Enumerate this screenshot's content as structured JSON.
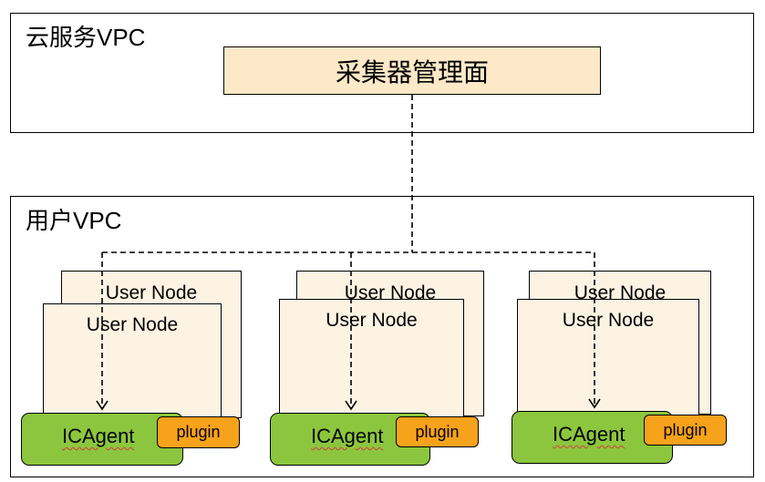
{
  "cloud_vpc": {
    "label": "云服务VPC",
    "management": "采集器管理面"
  },
  "user_vpc": {
    "label": "用户VPC"
  },
  "clusters": [
    {
      "back_node": "User Node",
      "front_node": "User Node",
      "agent": "ICAgent",
      "plugin": "plugin"
    },
    {
      "back_node": "User Node",
      "front_node": "User Node",
      "agent": "ICAgent",
      "plugin": "plugin"
    },
    {
      "back_node": "User Node",
      "front_node": "User Node",
      "agent": "ICAgent",
      "plugin": "plugin"
    }
  ],
  "colors": {
    "management_fill": "#fde9c8",
    "node_fill": "#fdf3e3",
    "agent_fill": "#8cc63e",
    "plugin_fill": "#f7a21b"
  }
}
